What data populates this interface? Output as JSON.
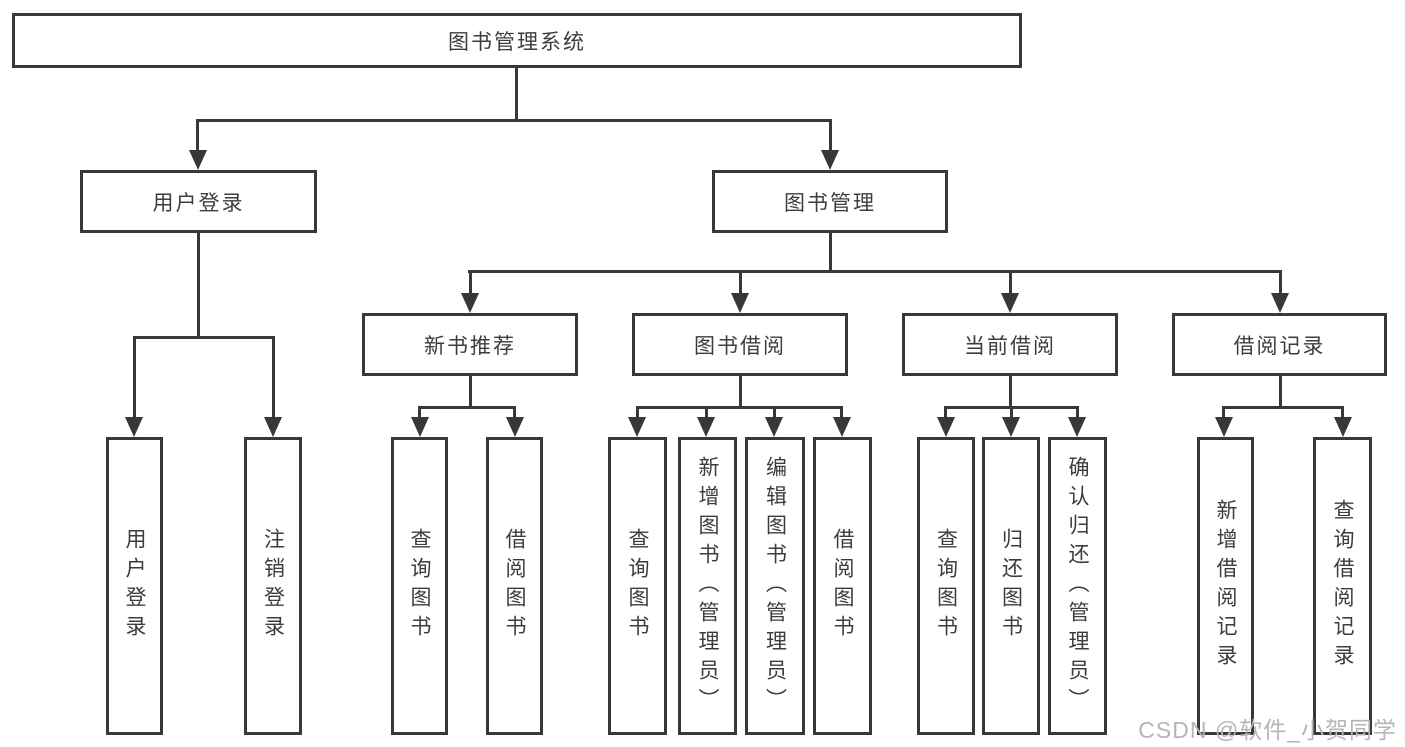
{
  "diagram": {
    "root": "图书管理系统",
    "level2": {
      "user_login": "用户登录",
      "book_management": "图书管理"
    },
    "level3": {
      "new_book": "新书推荐",
      "book_borrow": "图书借阅",
      "current_borrow": "当前借阅",
      "borrow_records": "借阅记录"
    },
    "leaves": {
      "user_login": "用户登录",
      "logout": "注销登录",
      "nb_query": "查询图书",
      "nb_borrow": "借阅图书",
      "bb_query": "查询图书",
      "bb_add": "新增图书（管理员）",
      "bb_edit": "编辑图书（管理员）",
      "bb_borrow": "借阅图书",
      "cb_query": "查询图书",
      "cb_return": "归还图书",
      "cb_confirm": "确认归还（管理员）",
      "br_add": "新增借阅记录",
      "br_query": "查询借阅记录"
    }
  },
  "watermark": "CSDN @软件_小贺同学",
  "colors": {
    "line": "#383838",
    "text": "#3d3d3d",
    "watermark_text": "#b5b5b5",
    "background": "#ffffff"
  }
}
